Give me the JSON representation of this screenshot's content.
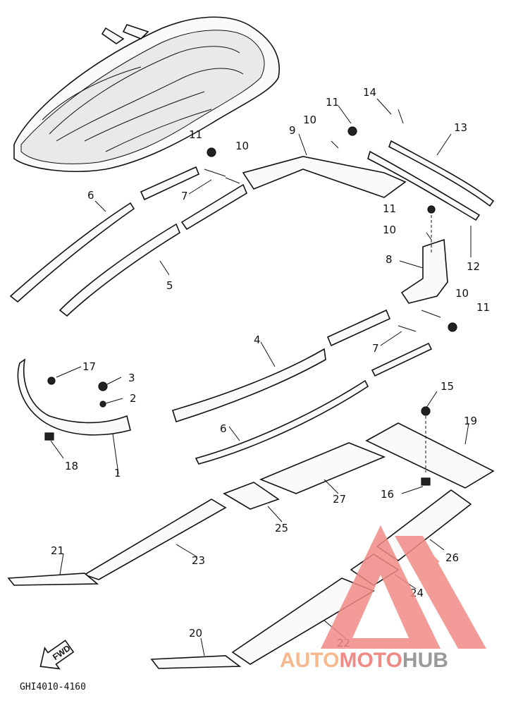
{
  "diagram": {
    "code": "GHI4010-4160",
    "fwd_label": "FWD",
    "callouts": [
      {
        "id": "c1",
        "label": "1"
      },
      {
        "id": "c2",
        "label": "2"
      },
      {
        "id": "c3",
        "label": "3"
      },
      {
        "id": "c4",
        "label": "4"
      },
      {
        "id": "c5",
        "label": "5"
      },
      {
        "id": "c6a",
        "label": "6"
      },
      {
        "id": "c6b",
        "label": "6"
      },
      {
        "id": "c7a",
        "label": "7"
      },
      {
        "id": "c7b",
        "label": "7"
      },
      {
        "id": "c8",
        "label": "8"
      },
      {
        "id": "c9",
        "label": "9"
      },
      {
        "id": "c10a",
        "label": "10"
      },
      {
        "id": "c10b",
        "label": "10"
      },
      {
        "id": "c10c",
        "label": "10"
      },
      {
        "id": "c10d",
        "label": "10"
      },
      {
        "id": "c11a",
        "label": "11"
      },
      {
        "id": "c11b",
        "label": "11"
      },
      {
        "id": "c11c",
        "label": "11"
      },
      {
        "id": "c11d",
        "label": "11"
      },
      {
        "id": "c12",
        "label": "12"
      },
      {
        "id": "c13",
        "label": "13"
      },
      {
        "id": "c14",
        "label": "14"
      },
      {
        "id": "c15",
        "label": "15"
      },
      {
        "id": "c16",
        "label": "16"
      },
      {
        "id": "c17",
        "label": "17"
      },
      {
        "id": "c18",
        "label": "18"
      },
      {
        "id": "c19",
        "label": "19"
      },
      {
        "id": "c20",
        "label": "20"
      },
      {
        "id": "c21",
        "label": "21"
      },
      {
        "id": "c22",
        "label": "22"
      },
      {
        "id": "c23",
        "label": "23"
      },
      {
        "id": "c24",
        "label": "24"
      },
      {
        "id": "c25",
        "label": "25"
      },
      {
        "id": "c26",
        "label": "26"
      },
      {
        "id": "c27",
        "label": "27"
      }
    ]
  },
  "watermark": {
    "part1": "AUTO",
    "part2": "MOTO",
    "part3": "HUB",
    "color_red": "#f08a86",
    "color_orange": "#f6b98f",
    "color_gray": "#9a9a9a"
  }
}
